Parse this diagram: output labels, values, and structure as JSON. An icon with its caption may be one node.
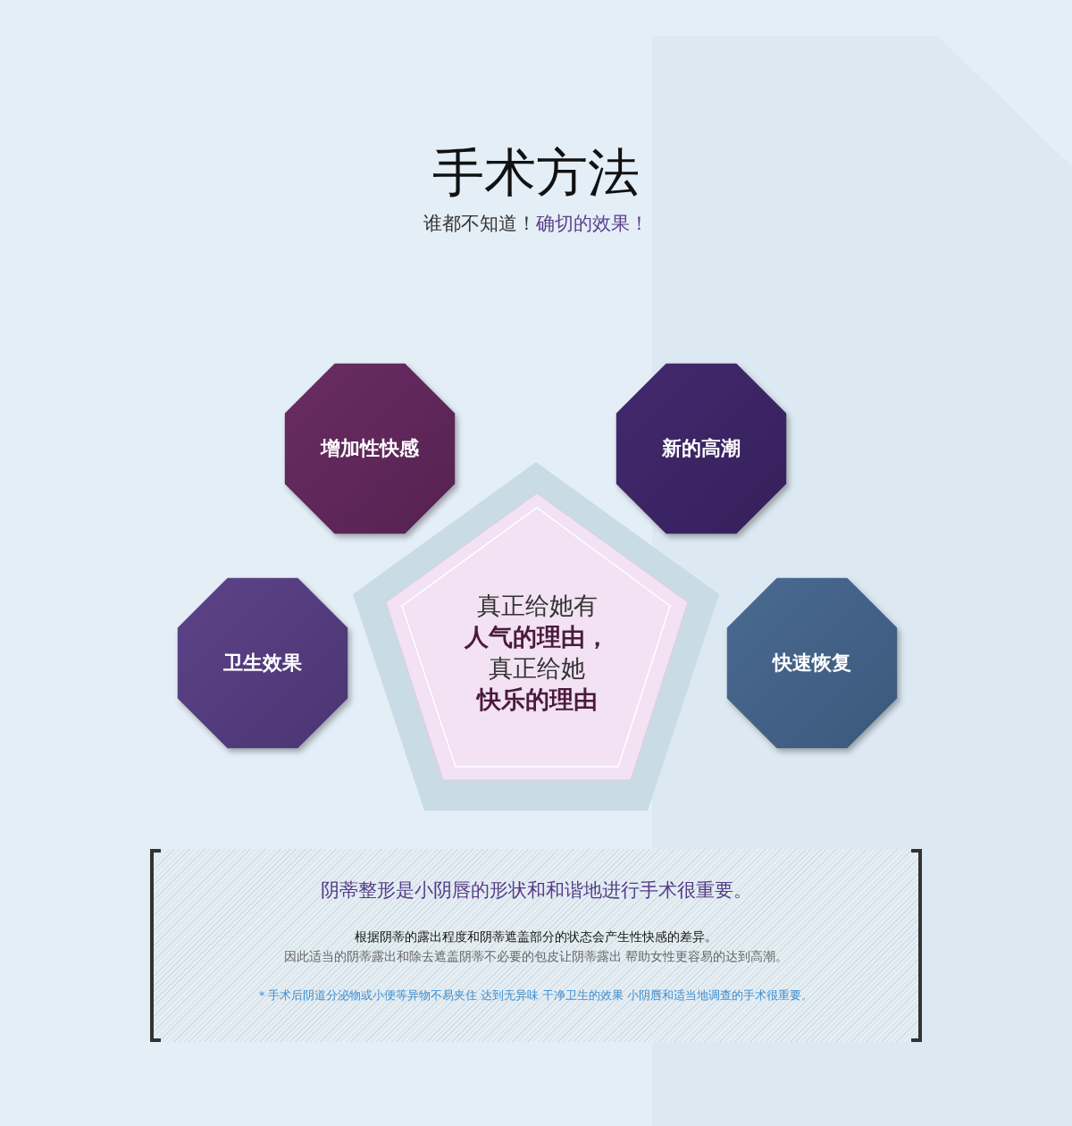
{
  "diagram": {
    "title": "手术方法",
    "caption": "谁都不知道！**确切的效果！**",
    "nodes": [
      {
        "text": [
          "增加性快感"
        ]
      },
      {
        "text": [
          "新的高潮"
        ]
      },
      {
        "text": [
          "真正给她有**人气的理由，**真正给她**快乐的理由**"
        ]
      },
      {
        "text": [
          "卫生效果"
        ]
      },
      {
        "text": [
          "快速恢复"
        ]
      },
      {
        "text": [
          "阴蒂整形是小阴唇的形状和和谐地进行手术很重要。",
          "根据阴蒂的露出程度和阴蒂遮盖部分的状态会产生性快感的差异。",
          "因此适当的阴蒂露出和除去遮盖阴蒂不必要的包皮让阴蒂露出 帮助女性更容易的达到高潮。",
          "* 手术后阴道分泌物或小便等异物不易夹住 达到无异味 干净卫生的效果 小阴唇和适当地调查的手术很重要。"
        ]
      }
    ],
    "edges": []
  }
}
